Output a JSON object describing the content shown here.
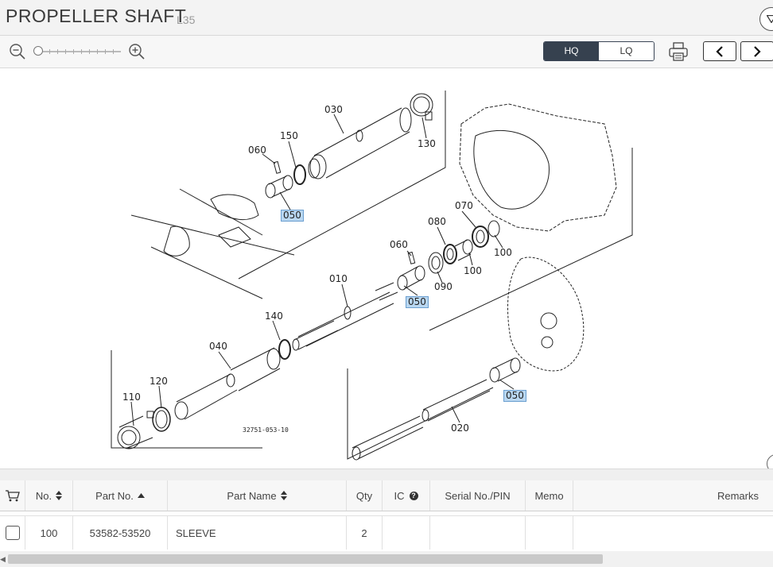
{
  "header": {
    "title": "PROPELLER SHAFT",
    "model": "L35"
  },
  "toolbar": {
    "hq_label": "HQ",
    "lq_label": "LQ"
  },
  "diagram": {
    "callouts": [
      "030",
      "150",
      "060",
      "130",
      "050",
      "070",
      "080",
      "060",
      "100",
      "100",
      "010",
      "090",
      "050",
      "140",
      "040",
      "120",
      "110",
      "050",
      "020"
    ],
    "caption": "32751-053-10"
  },
  "table": {
    "columns": {
      "no": "No.",
      "part_no": "Part No.",
      "part_name": "Part Name",
      "qty": "Qty",
      "ic": "IC",
      "serial": "Serial No./PIN",
      "memo": "Memo",
      "remarks": "Remarks"
    },
    "rows": [
      {
        "no": "100",
        "part_no": "53582-53520",
        "part_name": "SLEEVE",
        "qty": "2",
        "ic": "",
        "serial": "",
        "memo": "",
        "remarks": ""
      }
    ]
  }
}
